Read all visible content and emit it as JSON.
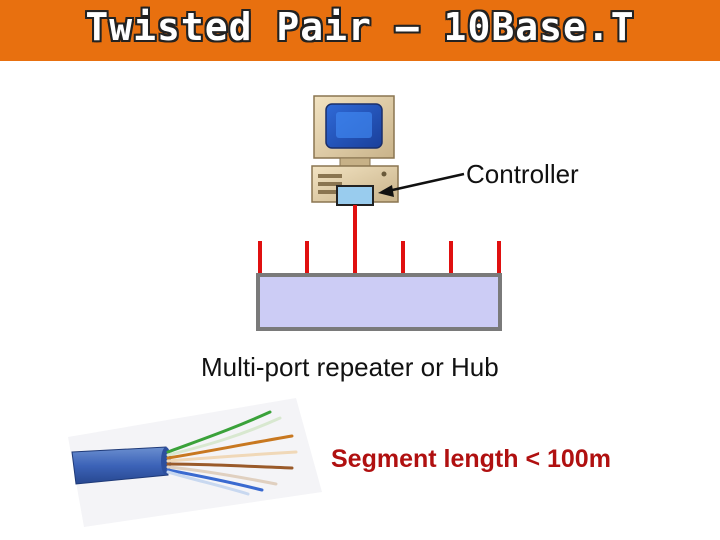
{
  "slide": {
    "title": "Twisted Pair – 10Base.T",
    "controller_label": "Controller",
    "hub_label": "Multi-port repeater or Hub",
    "segment_label": "Segment length < 100m"
  },
  "colors": {
    "title_bar": "#e8700f",
    "hub_fill": "#ccccf5",
    "hub_border": "#7a7a7a",
    "port_lines": "#e01010",
    "controller_card": "#99ccee",
    "segment_text": "#b01010"
  },
  "diagram": {
    "hub_port_count": 6,
    "connected_port_index": 2
  }
}
